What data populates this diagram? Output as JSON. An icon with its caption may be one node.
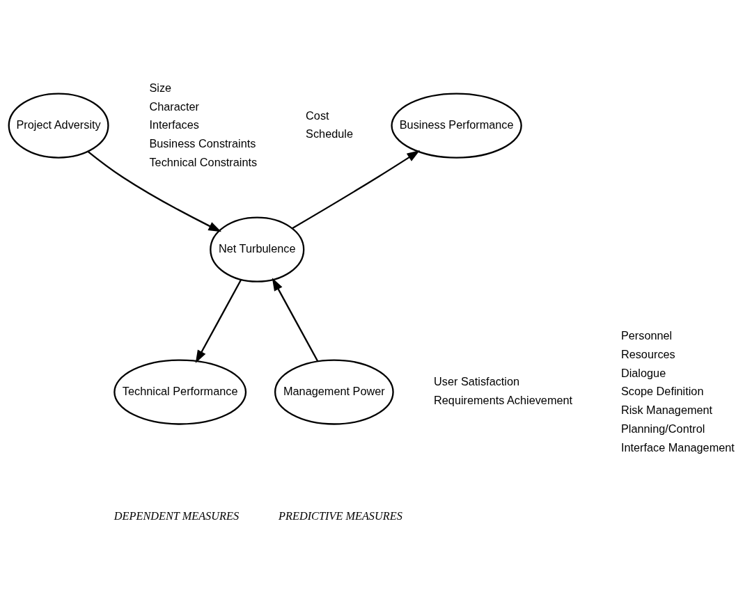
{
  "diagram": {
    "nodes": [
      {
        "text": [
          "Business Performance"
        ],
        "beside": [
          "Cost",
          "Schedule"
        ]
      },
      {
        "text": [
          "Project Adversity"
        ],
        "beside": [
          "Size",
          "Character",
          "Interfaces",
          "Business Constraints",
          "Technical Constraints"
        ]
      },
      {
        "text": [
          "Net Turbulence"
        ]
      },
      {
        "text": [
          "Technical Performance"
        ],
        "beside": [
          "User Satisfaction",
          "Requirements Achievement"
        ]
      },
      {
        "text": [
          "Management Power"
        ],
        "beside": [
          "Personnel",
          "Resources",
          "Dialogue",
          "Scope Definition",
          "Risk Management",
          "Planning/Control",
          "Interface Management"
        ]
      }
    ],
    "edges": [
      {
        "from": 2,
        "to": 0,
        "arrow": "to"
      },
      {
        "from": 1,
        "to": 2,
        "arrow": "to"
      },
      {
        "from": 2,
        "to": 3,
        "arrow": "to"
      },
      {
        "from": 4,
        "to": 2,
        "arrow": "to"
      }
    ],
    "labels": [
      "DEPENDENT MEASURES",
      "PREDICTIVE MEASURES"
    ]
  }
}
